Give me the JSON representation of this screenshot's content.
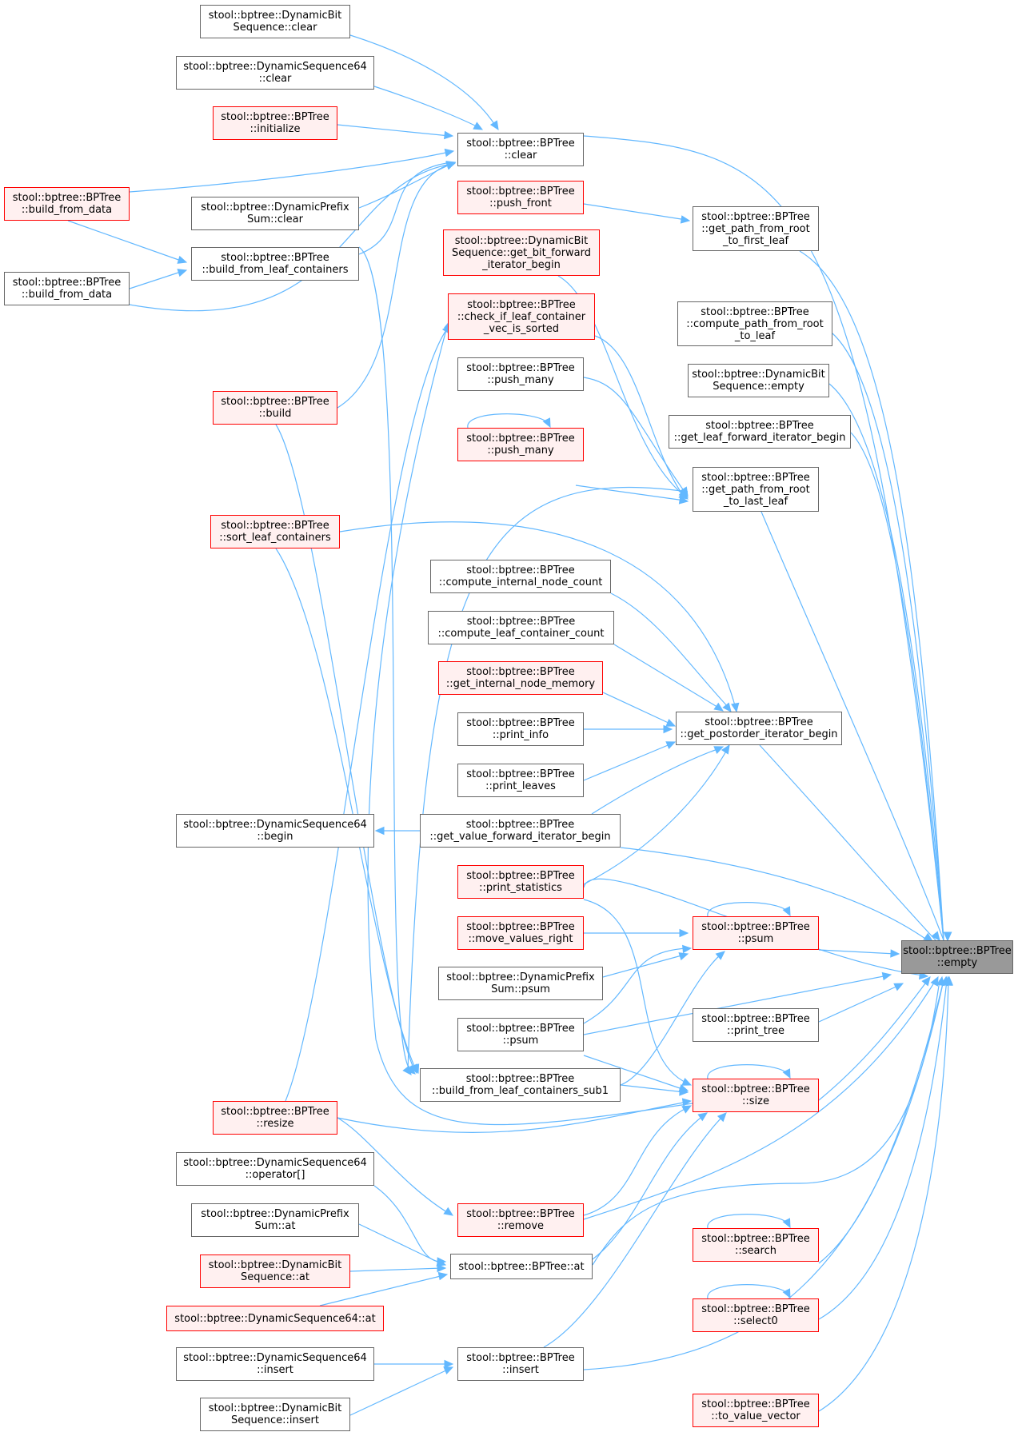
{
  "graph": {
    "edge_color": "#63b8ff",
    "node_border": "#666666",
    "highlight_node_fill": "#999999",
    "red_node_border": "#ff0000",
    "red_node_fill": "#fff0f0",
    "nodes": [
      {
        "id": "empty",
        "label": "stool::bptree::BPTree\n::empty",
        "style": "target"
      },
      {
        "id": "clear_bt",
        "label": "stool::bptree::BPTree\n::clear",
        "style": "normal"
      },
      {
        "id": "dbs_clear",
        "label": "stool::bptree::DynamicBit\nSequence::clear",
        "style": "normal"
      },
      {
        "id": "ds64_clear",
        "label": "stool::bptree::DynamicSequence64\n::clear",
        "style": "normal"
      },
      {
        "id": "initialize",
        "label": "stool::bptree::BPTree\n::initialize",
        "style": "red"
      },
      {
        "id": "bfd1",
        "label": "stool::bptree::BPTree\n::build_from_data",
        "style": "red"
      },
      {
        "id": "dps_clear",
        "label": "stool::bptree::DynamicPrefix\nSum::clear",
        "style": "normal"
      },
      {
        "id": "bflc",
        "label": "stool::bptree::BPTree\n::build_from_leaf_containers",
        "style": "normal"
      },
      {
        "id": "bfd2",
        "label": "stool::bptree::BPTree\n::build_from_data",
        "style": "normal"
      },
      {
        "id": "push_front",
        "label": "stool::bptree::BPTree\n::push_front",
        "style": "red"
      },
      {
        "id": "gpfr_first",
        "label": "stool::bptree::BPTree\n::get_path_from_root\n_to_first_leaf",
        "style": "normal"
      },
      {
        "id": "dbs_gbfib",
        "label": "stool::bptree::DynamicBit\nSequence::get_bit_forward\n_iterator_begin",
        "style": "red"
      },
      {
        "id": "cpfr",
        "label": "stool::bptree::BPTree\n::compute_path_from_root\n_to_leaf",
        "style": "normal"
      },
      {
        "id": "check_sorted",
        "label": "stool::bptree::BPTree\n::check_if_leaf_container\n_vec_is_sorted",
        "style": "red"
      },
      {
        "id": "dbs_empty",
        "label": "stool::bptree::DynamicBit\nSequence::empty",
        "style": "normal"
      },
      {
        "id": "push_many1",
        "label": "stool::bptree::BPTree\n::push_many",
        "style": "normal"
      },
      {
        "id": "build",
        "label": "stool::bptree::BPTree\n::build",
        "style": "red"
      },
      {
        "id": "glfib",
        "label": "stool::bptree::BPTree\n::get_leaf_forward_iterator_begin",
        "style": "normal"
      },
      {
        "id": "push_many2",
        "label": "stool::bptree::BPTree\n::push_many",
        "style": "red"
      },
      {
        "id": "gpfr_last",
        "label": "stool::bptree::BPTree\n::get_path_from_root\n_to_last_leaf",
        "style": "normal"
      },
      {
        "id": "slc",
        "label": "stool::bptree::BPTree\n::sort_leaf_containers",
        "style": "red"
      },
      {
        "id": "cinc",
        "label": "stool::bptree::BPTree\n::compute_internal_node_count",
        "style": "normal"
      },
      {
        "id": "clcc",
        "label": "stool::bptree::BPTree\n::compute_leaf_container_count",
        "style": "normal"
      },
      {
        "id": "ginm",
        "label": "stool::bptree::BPTree\n::get_internal_node_memory",
        "style": "red"
      },
      {
        "id": "gpib",
        "label": "stool::bptree::BPTree\n::get_postorder_iterator_begin",
        "style": "normal"
      },
      {
        "id": "print_info",
        "label": "stool::bptree::BPTree\n::print_info",
        "style": "normal"
      },
      {
        "id": "print_leaves",
        "label": "stool::bptree::BPTree\n::print_leaves",
        "style": "normal"
      },
      {
        "id": "ds64_begin",
        "label": "stool::bptree::DynamicSequence64\n::begin",
        "style": "normal"
      },
      {
        "id": "gvfib",
        "label": "stool::bptree::BPTree\n::get_value_forward_iterator_begin",
        "style": "normal"
      },
      {
        "id": "print_stats",
        "label": "stool::bptree::BPTree\n::print_statistics",
        "style": "red"
      },
      {
        "id": "move_values_right",
        "label": "stool::bptree::BPTree\n::move_values_right",
        "style": "red"
      },
      {
        "id": "psum_red",
        "label": "stool::bptree::BPTree\n::psum",
        "style": "red"
      },
      {
        "id": "dps_psum",
        "label": "stool::bptree::DynamicPrefix\nSum::psum",
        "style": "normal"
      },
      {
        "id": "print_tree",
        "label": "stool::bptree::BPTree\n::print_tree",
        "style": "normal"
      },
      {
        "id": "psum",
        "label": "stool::bptree::BPTree\n::psum",
        "style": "normal"
      },
      {
        "id": "bflc_sub1",
        "label": "stool::bptree::BPTree\n::build_from_leaf_containers_sub1",
        "style": "normal"
      },
      {
        "id": "size",
        "label": "stool::bptree::BPTree\n::size",
        "style": "red"
      },
      {
        "id": "resize",
        "label": "stool::bptree::BPTree\n::resize",
        "style": "red"
      },
      {
        "id": "ds64_op",
        "label": "stool::bptree::DynamicSequence64\n::operator[]",
        "style": "normal"
      },
      {
        "id": "remove",
        "label": "stool::bptree::BPTree\n::remove",
        "style": "red"
      },
      {
        "id": "dps_at",
        "label": "stool::bptree::DynamicPrefix\nSum::at",
        "style": "normal"
      },
      {
        "id": "search",
        "label": "stool::bptree::BPTree\n::search",
        "style": "red"
      },
      {
        "id": "dbs_at",
        "label": "stool::bptree::DynamicBit\nSequence::at",
        "style": "red"
      },
      {
        "id": "bt_at",
        "label": "stool::bptree::BPTree::at",
        "style": "normal"
      },
      {
        "id": "ds64_at",
        "label": "stool::bptree::DynamicSequence64::at",
        "style": "red"
      },
      {
        "id": "select0",
        "label": "stool::bptree::BPTree\n::select0",
        "style": "red"
      },
      {
        "id": "insert_bt",
        "label": "stool::bptree::BPTree\n::insert",
        "style": "normal"
      },
      {
        "id": "ds64_insert",
        "label": "stool::bptree::DynamicSequence64\n::insert",
        "style": "normal"
      },
      {
        "id": "dbs_insert",
        "label": "stool::bptree::DynamicBit\nSequence::insert",
        "style": "normal"
      },
      {
        "id": "to_value_vector",
        "label": "stool::bptree::BPTree\n::to_value_vector",
        "style": "red"
      }
    ]
  }
}
